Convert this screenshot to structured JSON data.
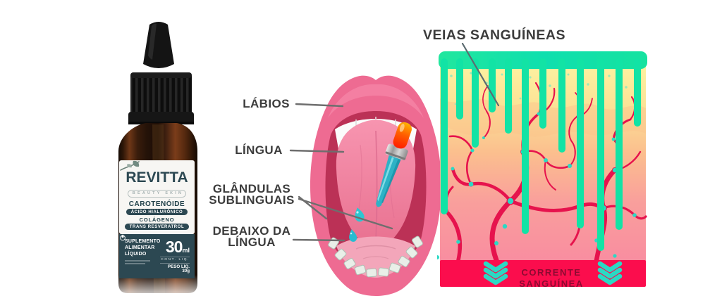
{
  "product": {
    "brand": "REVITTA",
    "brand_sub": "BEAUTY SKIN",
    "ingredient_highlight": "CAROTENÓIDE",
    "ingredients": [
      "ÁCIDO HIALURÔNICO",
      "COLÁGENO",
      "TRANS RESVERATROL"
    ],
    "supplement_type": "SUPLEMENTO ALIMENTAR LÍQUIDO",
    "volume": "30",
    "volume_unit": "ml",
    "volume_caption": "CONT. LIQ.",
    "net_weight": "PESO LIQ. 30g"
  },
  "mouth_diagram": {
    "labels": [
      {
        "text": "LÁBIOS"
      },
      {
        "text": "LÍNGUA"
      },
      {
        "text": "GLÂNDULAS SUBLINGUAIS"
      },
      {
        "text": "DEBAIXO DA LÍNGUA"
      }
    ]
  },
  "vessel_diagram": {
    "title": "VEIAS SANGUÍNEAS",
    "bottom_band_label": "CORRENTE SANGUÍNEA"
  },
  "colors": {
    "accent_teal": "#12e3a5",
    "accent_red": "#fb0d4d",
    "vessel_red": "#e6134d",
    "drop_teal": "#2bd9c4",
    "label_dark_teal": "#2c4852",
    "text_dark": "#3c3c3c"
  }
}
